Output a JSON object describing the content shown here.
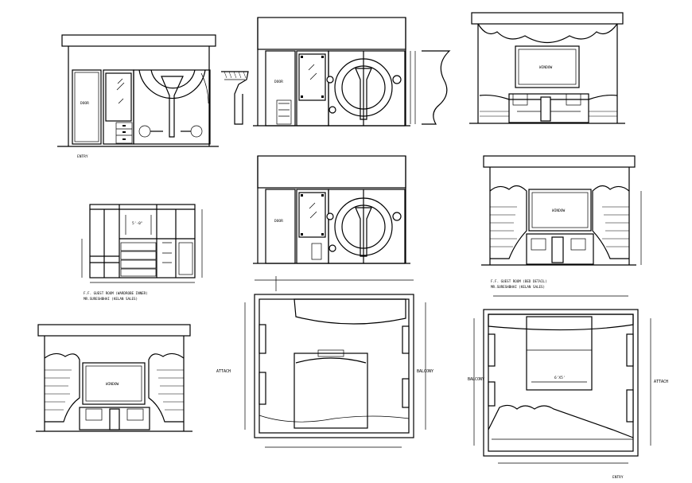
{
  "labels": {
    "door": "DOOR",
    "entry_1": "ENTRY",
    "entry_2": "ENTRY",
    "window": "WINDOW",
    "attach": "ATTACH",
    "balcony": "BALCONY",
    "dim_wardrobe": "5'-0\"",
    "dim_bed": "6'X5'"
  },
  "notes": {
    "wardrobe_title": "F.F. GUEST ROOM (WARDROBE INNER)",
    "wardrobe_client": "MR.SURESHBHAI (KELAN SALES)",
    "bed_title": "F.F. GUEST ROOM (BED DETAIL)",
    "bed_client": "MR.SURESHBHAI (KELAN SALES)"
  }
}
